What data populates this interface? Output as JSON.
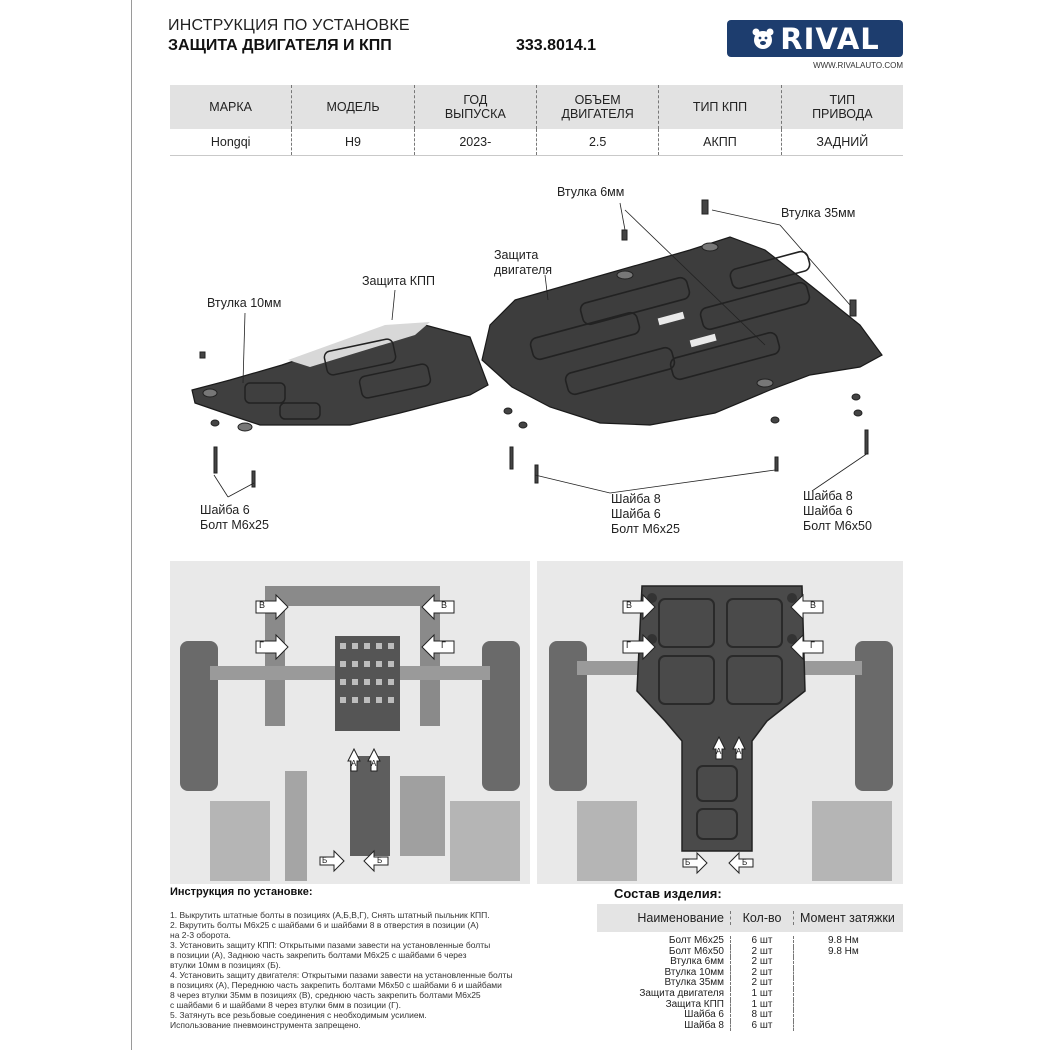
{
  "header": {
    "title_line1": "ИНСТРУКЦИЯ ПО УСТАНОВКЕ",
    "title_line2": "ЗАЩИТА ДВИГАТЕЛЯ И КПП",
    "part_number": "333.8014.1",
    "brand": "RIVAL",
    "website": "WWW.RIVALAUTO.COM"
  },
  "spec_table": {
    "headers": [
      "МАРКА",
      "МОДЕЛЬ",
      "ГОД\nВЫПУСКА",
      "ОБЪЕМ\nДВИГАТЕЛЯ",
      "ТИП КПП",
      "ТИП\nПРИВОДА"
    ],
    "values": [
      "Hongqi",
      "H9",
      "2023-",
      "2.5",
      "АКПП",
      "ЗАДНИЙ"
    ]
  },
  "diagram_labels": {
    "bushing_6mm": "Втулка 6мм",
    "bushing_35mm": "Втулка 35мм",
    "engine_guard": "Защита\nдвигателя",
    "gearbox_guard": "Защита КПП",
    "bushing_10mm": "Втулка 10мм",
    "washer_bolt_left": "Шайба 6\nБолт М6х25",
    "washer_bolt_center": "Шайба 8\nШайба 6\nБолт М6х25",
    "washer_bolt_right": "Шайба 8\nШайба 6\nБолт М6х50"
  },
  "photo_markers": {
    "a": "А",
    "b": "Б",
    "v": "В",
    "g": "Г"
  },
  "instructions": {
    "title": "Инструкция по установке:",
    "steps": [
      "1. Выкрутить штатные болты в позициях (А,Б,В,Г), Снять штатный пыльник КПП.",
      "2. Вкрутить болты М6х25 с шайбами 6 и шайбами 8 в отверстия в позиции (А)\n    на 2-3 оборота.",
      "3. Установить защиту КПП: Открытыми пазами завести на установленные болты\n    в позиции (А), Заднюю часть закрепить болтами М6х25 с шайбами 6 через\n    втулки 10мм в позициях (Б).",
      "4. Установить защиту двигателя: Открытыми пазами завести на установленные болты\n    в позициях (А), Переднюю часть закрепить болтами М6х50 с шайбами 6 и шайбами\n    8 через втулки 35мм в позициях (В), среднюю часть закрепить болтами М6х25\n    с шайбами 6 и шайбами 8 через втулки 6мм в позиции (Г).",
      "5. Затянуть все резьбовые соединения с необходимым усилием.\n    Использование пневмоинструмента запрещено."
    ]
  },
  "bom": {
    "title": "Состав изделия:",
    "headers": [
      "Наименование",
      "Кол-во",
      "Момент затяжки"
    ],
    "rows": [
      [
        "Болт М6х25",
        "6 шт",
        "9.8 Нм"
      ],
      [
        "Болт М6х50",
        "2 шт",
        "9.8 Нм"
      ],
      [
        "Втулка 6мм",
        "2 шт",
        ""
      ],
      [
        "Втулка 10мм",
        "2 шт",
        ""
      ],
      [
        "Втулка 35мм",
        "2 шт",
        ""
      ],
      [
        "Защита двигателя",
        "1 шт",
        ""
      ],
      [
        "Защита КПП",
        "1 шт",
        ""
      ],
      [
        "Шайба 6",
        "8 шт",
        ""
      ],
      [
        "Шайба 8",
        "6 шт",
        ""
      ]
    ]
  },
  "colors": {
    "brand_blue": "#1d3d6e",
    "table_header_gray": "#e2e2e2",
    "guard_dark": "#3d3d3d"
  }
}
